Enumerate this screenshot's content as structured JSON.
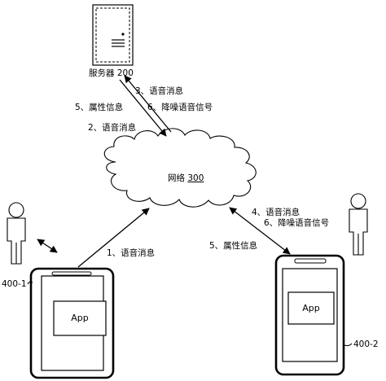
{
  "server": {
    "name": "服务器",
    "ref": "200"
  },
  "network": {
    "name": "网络",
    "ref": "300"
  },
  "device_left": {
    "ref": "400-1",
    "app": "App"
  },
  "device_right": {
    "ref": "400-2",
    "app": "App"
  },
  "messages": {
    "server_down_3": "3、语音消息",
    "server_down_6": "6、降噪语音信号",
    "server_down_5": "5、属性信息",
    "server_up_2": "2、语音消息",
    "left_up_1": "1、语音消息",
    "right_down_4": "4、语音消息",
    "right_down_6": "6、降噪语音信号",
    "right_down_5": "5、属性信息"
  }
}
